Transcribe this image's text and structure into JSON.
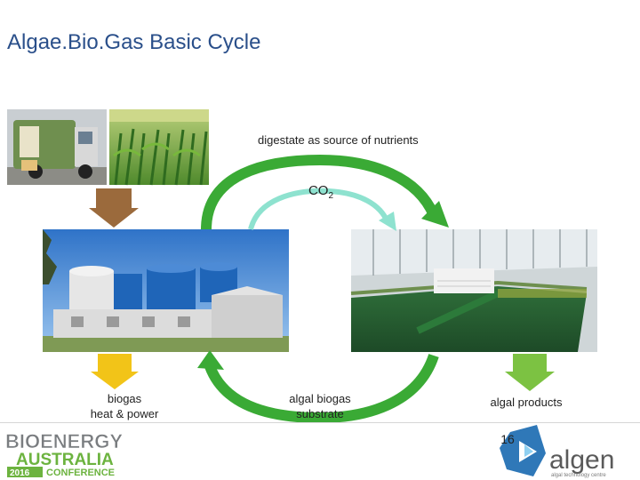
{
  "title": "Algae.Bio.Gas Basic Cycle",
  "labels": {
    "digestate": "digestate as source of nutrients",
    "co2_main": "CO",
    "co2_sub": "2",
    "biogas_line1": "biogas",
    "biogas_line2": "heat & power",
    "algal_biogas_line1": "algal biogas",
    "algal_biogas_line2": "substrate",
    "algal_products": "algal products"
  },
  "page_number": "16",
  "logos": {
    "conference_line1": "BIOENERGY",
    "conference_line2": "AUSTRALIA",
    "conference_year": "2016",
    "conference_word": "CONFERENCE",
    "brand": "algen",
    "brand_tagline": "algal technology centre"
  },
  "colors": {
    "title": "#2a4f8a",
    "cycle_green": "#3aaa35",
    "co2_arrow": "#8ee2cf",
    "brown_arrow": "#9b6a3c",
    "yellow_arrow": "#f2c418",
    "lightgreen_arrow": "#7cc242"
  },
  "images": [
    "garbage-truck-photo",
    "corn-field-photo",
    "biogas-plant-photo",
    "algae-greenhouse-photo"
  ]
}
